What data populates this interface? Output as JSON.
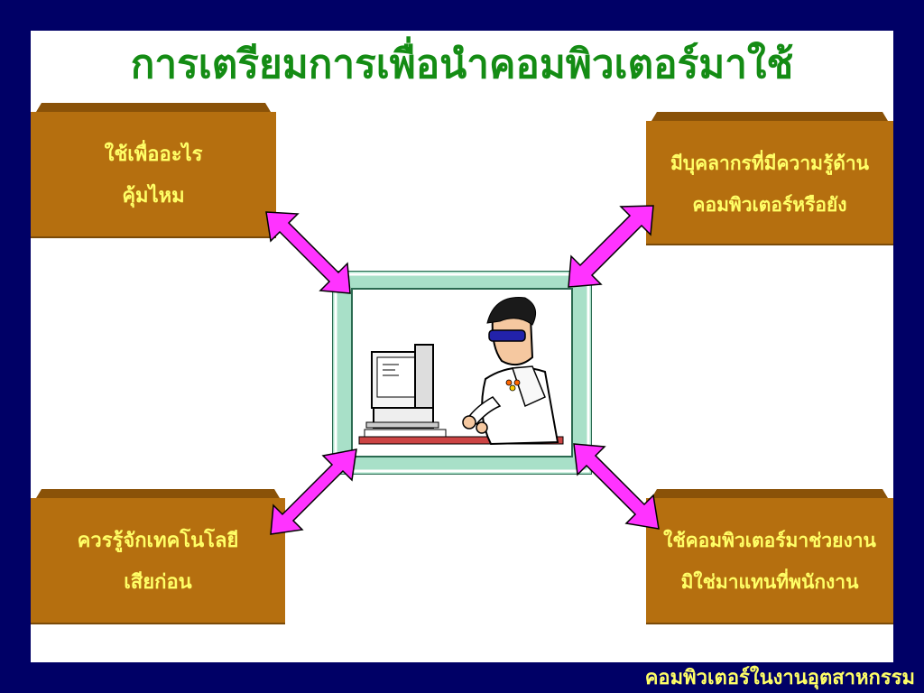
{
  "slide": {
    "title": "การเตรียมการเพื่อนำคอมพิวเตอร์มาใช้",
    "footer": "คอมพิวเตอร์ในงานอุตสาหกรรม"
  },
  "boxes": {
    "top_left": {
      "line1": "ใช้เพื่ออะไร",
      "line2": "คุ้มไหม"
    },
    "top_right": {
      "line1": "มีบุคลากรที่มีความรู้ด้าน",
      "line2": "คอมพิวเตอร์หรือยัง"
    },
    "bottom_left": {
      "line1": "ควรรู้จักเทคโนโลยี",
      "line2": "เสียก่อน"
    },
    "bottom_right": {
      "line1": "ใช้คอมพิวเตอร์มาช่วยงาน",
      "line2": "มิใช่มาแทนที่พนักงาน"
    }
  },
  "colors": {
    "background": "#000066",
    "title": "#148c14",
    "box_fill": "#b56f0f",
    "box_text": "#ffff66",
    "arrow": "#ff33ff",
    "frame": "#a8e0c8"
  },
  "icons": {
    "center_image": "person-at-computer-clipart",
    "arrows": "double-headed-arrow"
  }
}
